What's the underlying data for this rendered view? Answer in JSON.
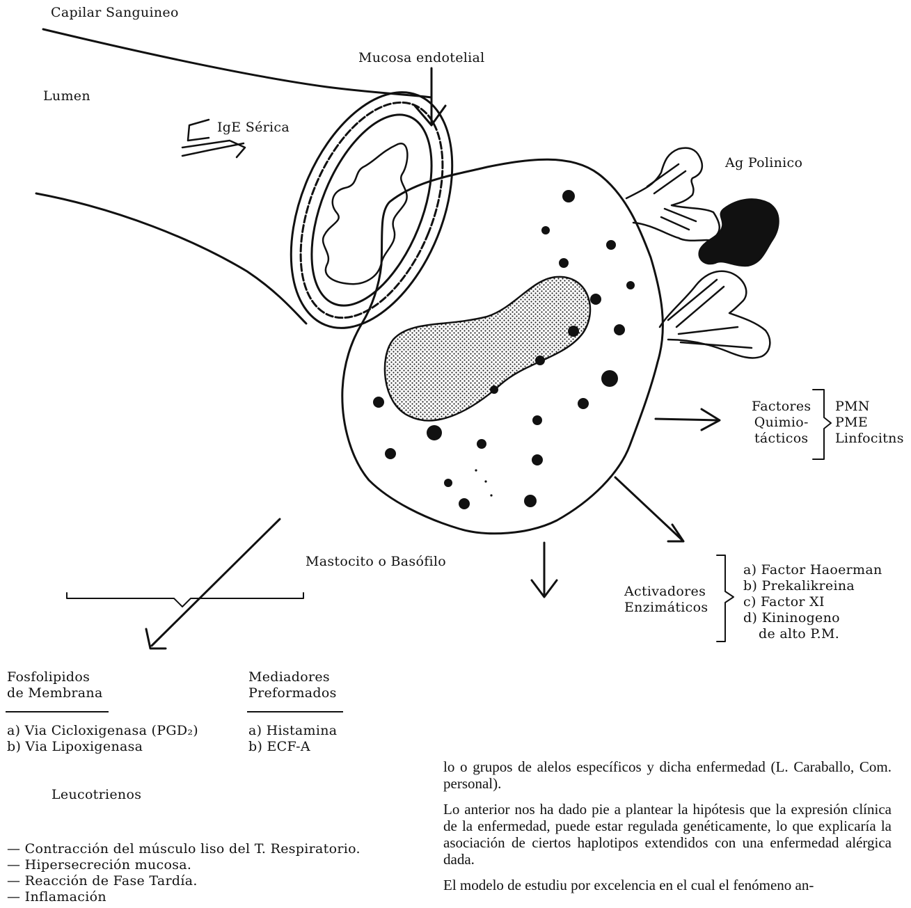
{
  "labels": {
    "capilar": "Capilar Sanguineo",
    "mucosa": "Mucosa endotelial",
    "lumen": "Lumen",
    "ige": "IgE Sérica",
    "ag_polinico": "Ag Polinico",
    "factores": [
      "Factores",
      "Quimio-",
      "tácticos"
    ],
    "pm_cells": [
      "PMN",
      "PME",
      "Linfocitns"
    ],
    "mastocito": "Mastocito o Basófilo",
    "activadores": [
      "Activadores",
      "Enzimáticos"
    ],
    "activadores_list": [
      "a) Factor Haoerman",
      "b) Prekalikreina",
      "c) Factor XI",
      "d) Kininogeno",
      "de alto P.M."
    ]
  },
  "fosfolipidos": {
    "title": [
      "Fosfolipidos",
      "de Membrana"
    ],
    "items": [
      "a) Via Cicloxigenasa (PGD₂)",
      "b) Via Lipoxigenasa"
    ]
  },
  "mediadores": {
    "title": [
      "Mediadores",
      "Preformados"
    ],
    "items": [
      "a) Histamina",
      "b) ECF-A"
    ]
  },
  "leucotrienos": {
    "title": "Leucotrienos",
    "effects": [
      "— Contracción del músculo liso del T. Respiratorio.",
      "— Hipersecreción mucosa.",
      "— Reacción de Fase Tardía.",
      "— Inflamación"
    ]
  },
  "paragraphs": [
    "lo o grupos de alelos específicos y dicha enfermedad (L. Caraballo, Com. personal).",
    "Lo anterior nos ha dado pie a plantear la hipótesis que la expresión clínica de la enfermedad, puede estar regulada genéticamente, lo que explicaría la asociación de ciertos haplotipos extendidos con una enfermedad alérgica dada.",
    "El modelo de estudiu por excelencia en el cual el fenómeno an-"
  ]
}
